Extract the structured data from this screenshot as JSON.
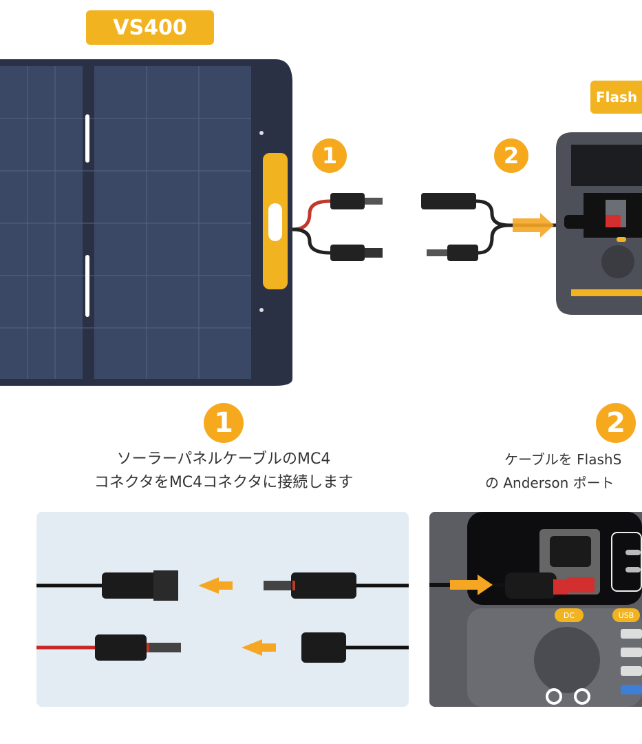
{
  "product_badge": "VS400",
  "station_badge": "Flash",
  "diagram_steps": [
    "1",
    "2"
  ],
  "steps": [
    {
      "number": "1",
      "lines": [
        "ソーラーパネルケーブルのMC4",
        "コネクタをMC4コネクタに接続します"
      ]
    },
    {
      "number": "2",
      "lines": [
        "ケーブルを FlashS",
        "の Anderson ポート"
      ]
    }
  ],
  "port_labels": {
    "dc": "DC",
    "usb": "USB"
  },
  "colors": {
    "accent": "#f2b320",
    "step": "#f6a91d",
    "panel": "#2b3145",
    "arrow": "#f5a623",
    "photo1_bg": "#e3ecf3"
  }
}
